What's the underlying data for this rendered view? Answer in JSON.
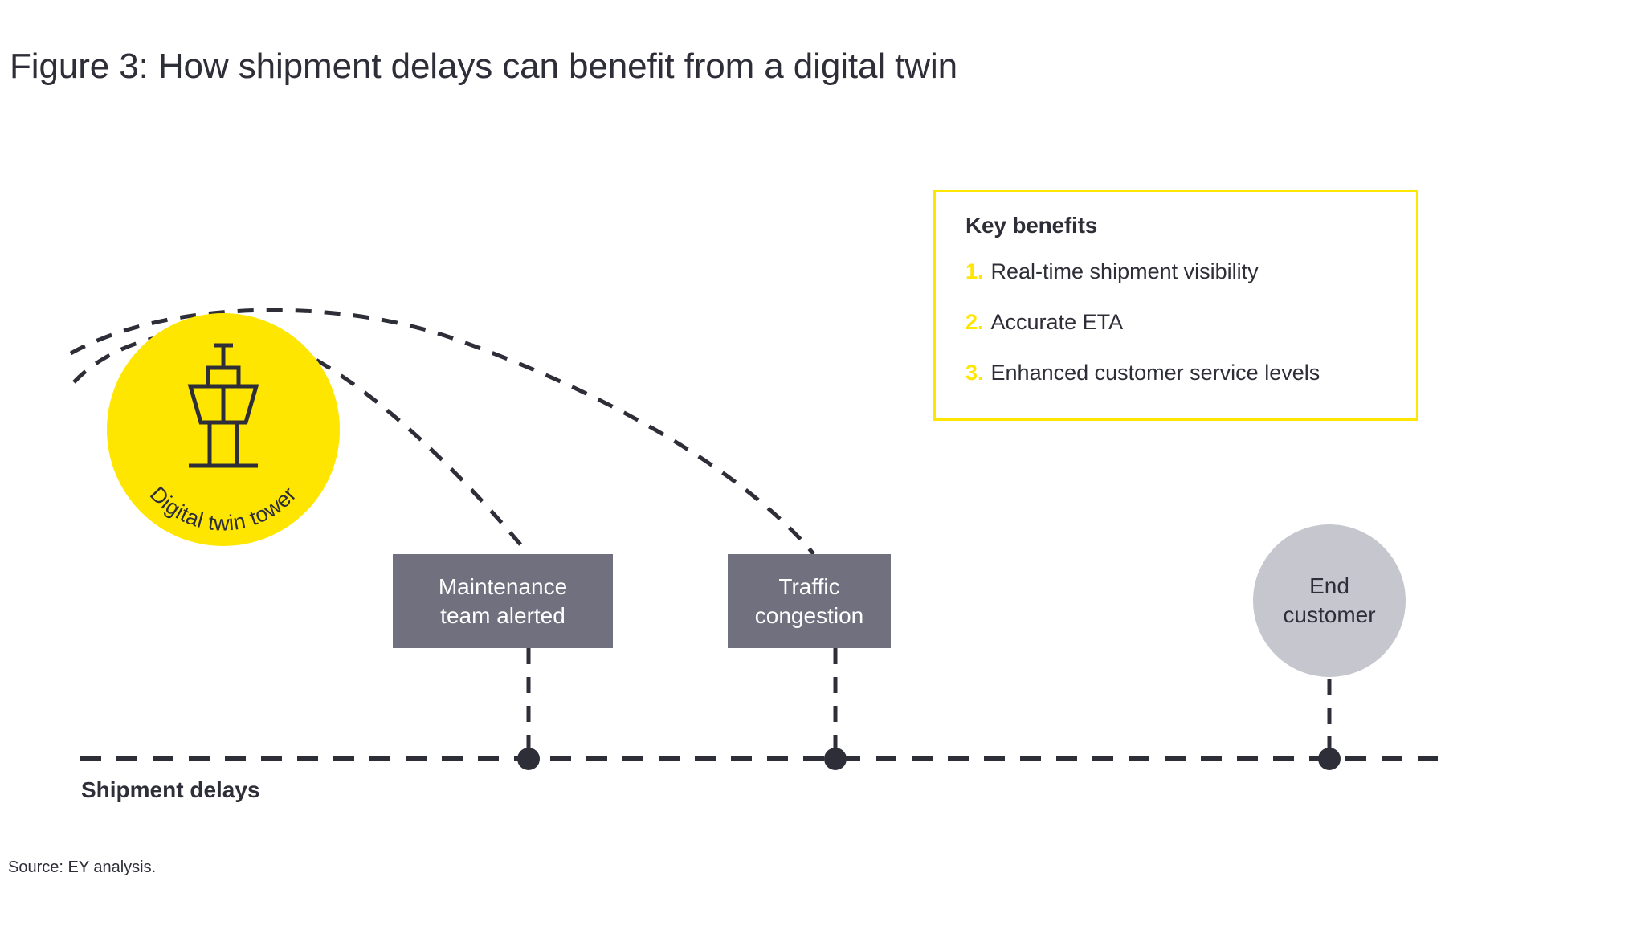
{
  "figure": {
    "title": "Figure 3: How shipment delays can benefit from a digital twin",
    "source": "Source: EY analysis.",
    "baseline_label": "Shipment delays"
  },
  "colors": {
    "brand_yellow": "#FFE600",
    "dark_gray": "#70707E",
    "light_gray": "#C6C7CE",
    "text_dark": "#2E2E38",
    "background": "#FFFFFF"
  },
  "hub": {
    "label": "Digital twin tower",
    "icon": "control-tower-icon"
  },
  "stages": [
    {
      "label_line1": "Maintenance",
      "label_line2": "team alerted",
      "name": "maintenance-team-alerted"
    },
    {
      "label_line1": "Traffic",
      "label_line2": "congestion",
      "name": "traffic-congestion"
    }
  ],
  "end_node": {
    "label_line1": "End",
    "label_line2": "customer"
  },
  "benefits_panel": {
    "title": "Key benefits",
    "items": [
      {
        "number": "1.",
        "text": "Real-time shipment visibility"
      },
      {
        "number": "2.",
        "text": "Accurate ETA"
      },
      {
        "number": "3.",
        "text": "Enhanced customer service levels"
      }
    ]
  }
}
